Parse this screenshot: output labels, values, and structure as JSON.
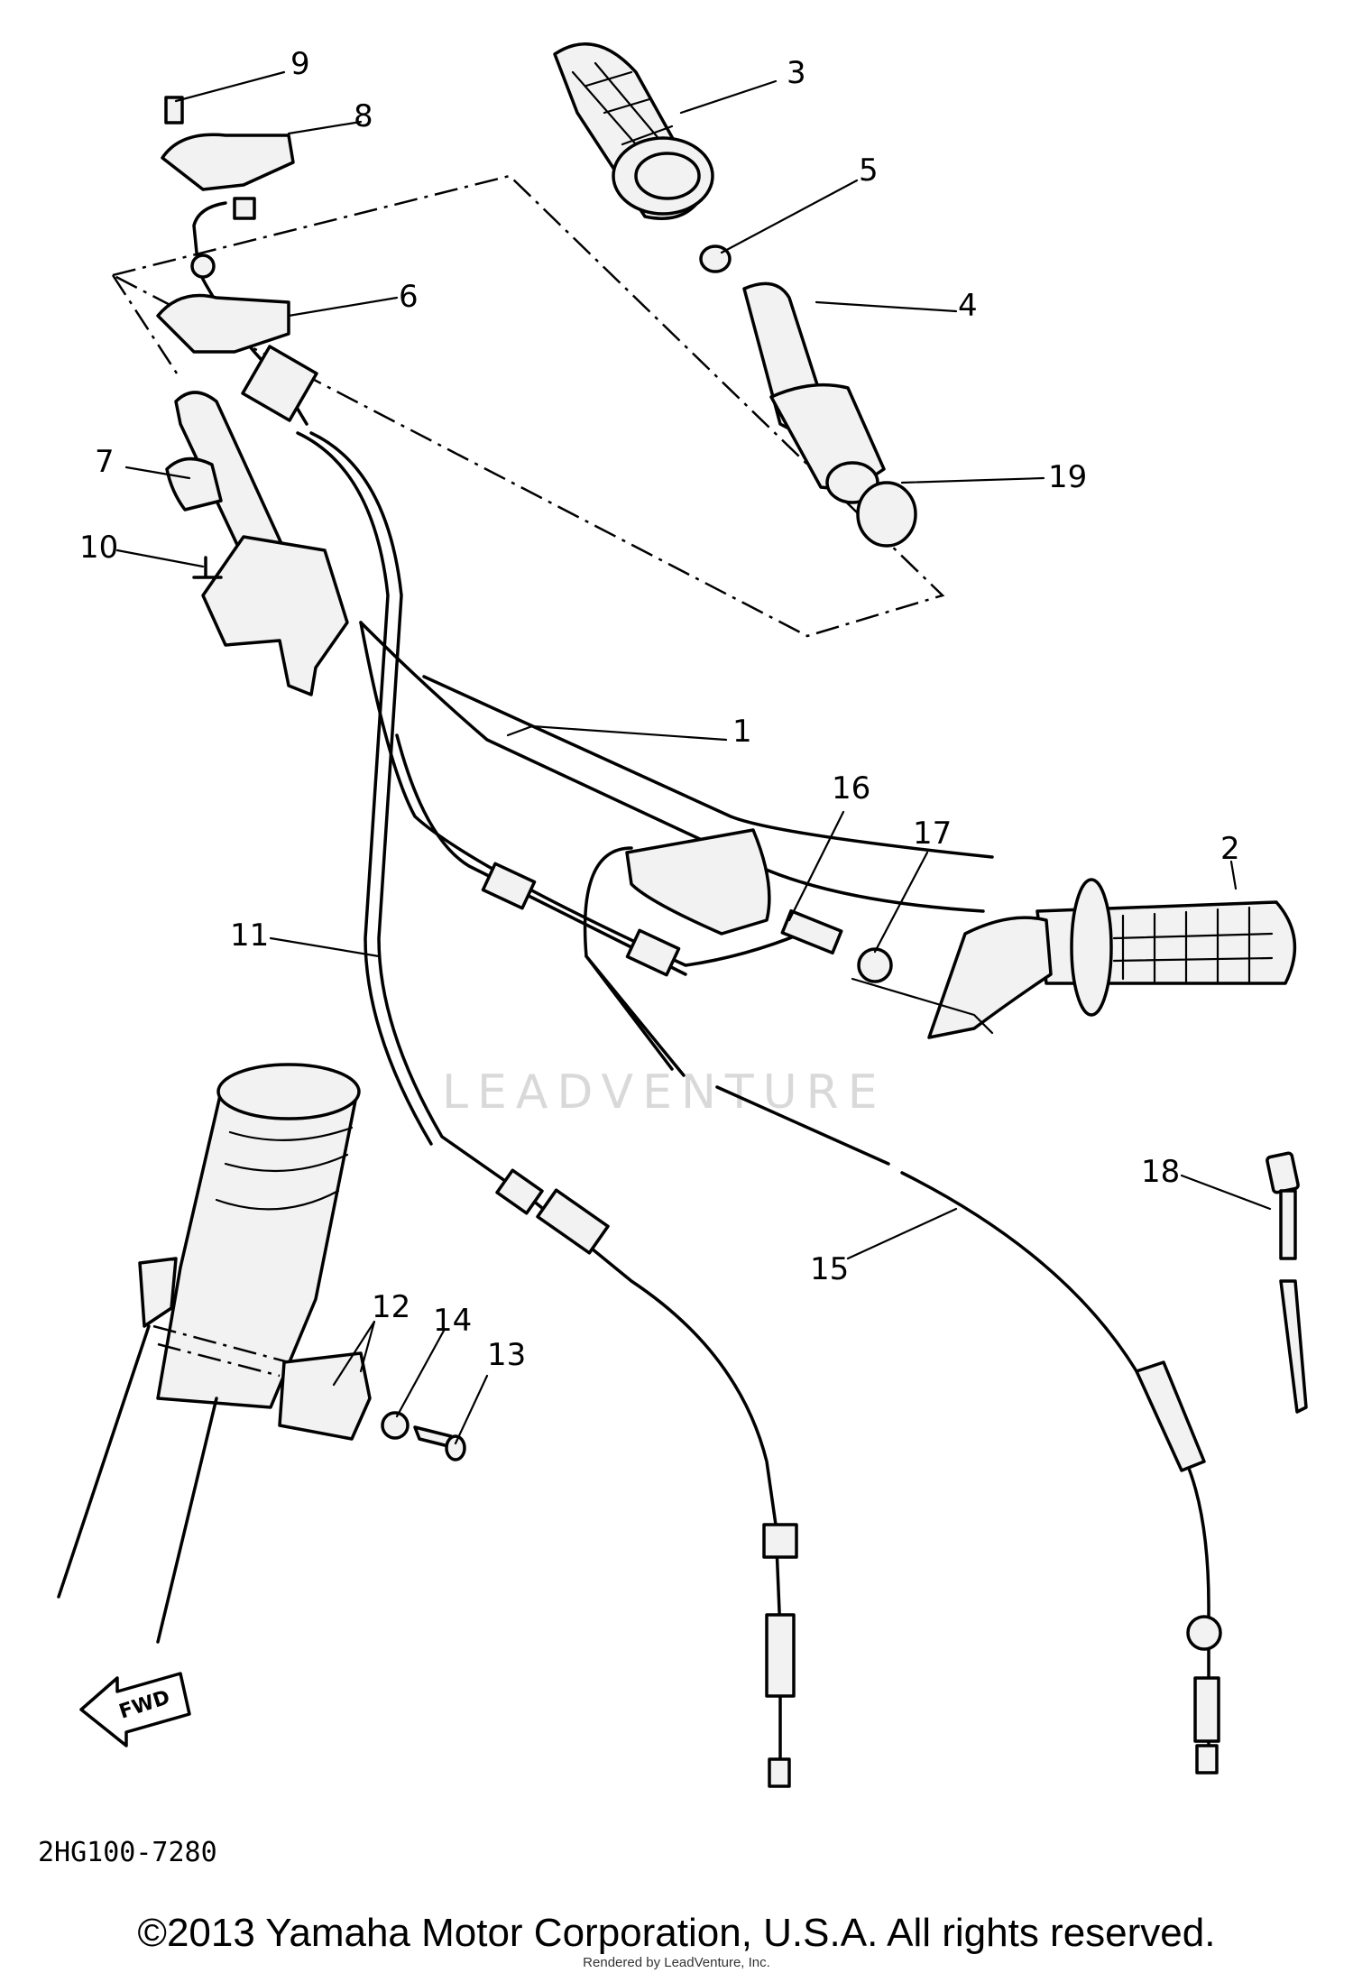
{
  "diagram": {
    "callouts": [
      "1",
      "2",
      "3",
      "4",
      "5",
      "6",
      "7",
      "8",
      "9",
      "10",
      "11",
      "12",
      "13",
      "14",
      "15",
      "16",
      "17",
      "18",
      "19"
    ],
    "direction_badge": "FWD",
    "watermark": "LEADVENTURE",
    "code": "2HG100-7280"
  },
  "footer": {
    "copyright": "©2013 Yamaha Motor Corporation, U.S.A. All rights reserved.",
    "rendered_by": "Rendered by LeadVenture, Inc."
  }
}
